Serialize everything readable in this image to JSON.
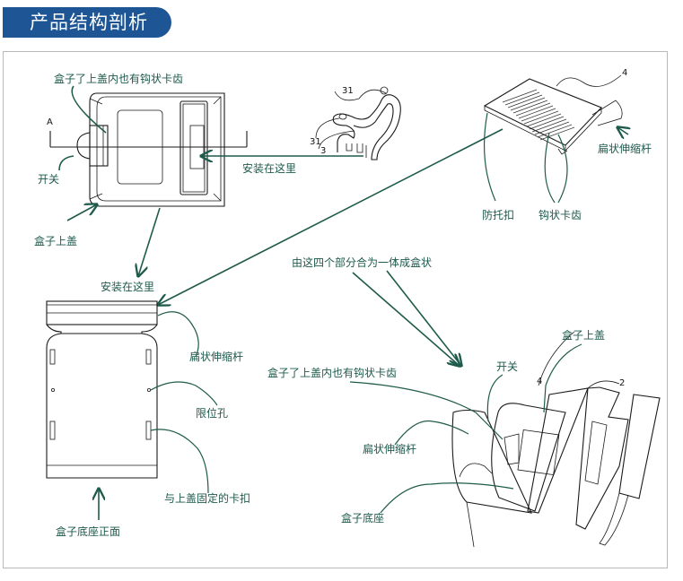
{
  "header": {
    "title": "产品结构剖析",
    "accent_color": "#1d5595"
  },
  "diagram": {
    "top_left_view": {
      "label_inner_teeth": "盒子了上盖内也有钩状卡齿",
      "label_switch": "开关",
      "label_lid": "盒子上盖",
      "label_install_here": "安装在这里",
      "section_mark": "A"
    },
    "clip_profile": {
      "part_numbers": [
        "31",
        "31",
        "3"
      ]
    },
    "top_right_view": {
      "part_number": "4",
      "label_rod": "扁状伸缩杆",
      "label_anti_slip": "防托扣",
      "label_hook_teeth": "钩状卡齿"
    },
    "bottom_left_view": {
      "label_install_here": "安装在这里",
      "label_rod": "扁状伸缩杆",
      "label_limit_hole": "限位孔",
      "label_buckle": "与上盖固定的卡扣",
      "label_base_front": "盒子底座正面"
    },
    "assembly_view": {
      "label_combined": "由这四个部分合为一体成盒状",
      "label_lid": "盒子上盖",
      "label_switch": "开关",
      "label_inner_teeth": "盒子了上盖内也有钩状卡齿",
      "label_rod": "扁状伸缩杆",
      "label_base": "盒子底座",
      "part_numbers": [
        "4",
        "2"
      ]
    },
    "colors": {
      "label": "#1e5a4c",
      "leader": "#1f5b4b",
      "frame": "#b9b9b9",
      "ink": "#1a1a1a"
    }
  }
}
